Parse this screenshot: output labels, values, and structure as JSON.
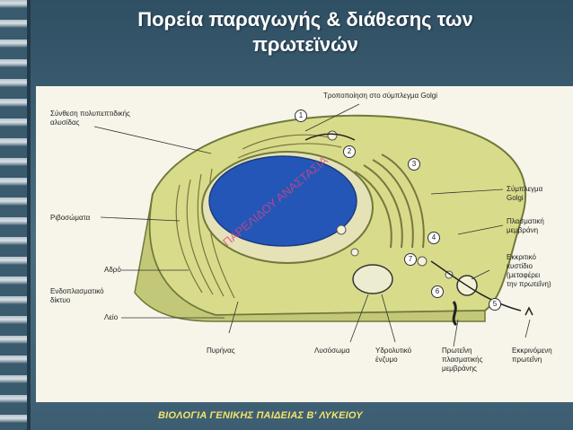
{
  "slide": {
    "title_line1": "Πορεία παραγωγής & διάθεσης των",
    "title_line2": "πρωτεϊνών",
    "footer": "ΒΙΟΛΟΓΙΑ ΓΕΝΙΚΗΣ ΠΑΙΔΕΙΑΣ Β' ΛΥΚΕΙΟΥ"
  },
  "figure": {
    "labels": {
      "polypeptide": [
        "Σύνθεση πολυπεπτιδικής",
        "αλυσίδας"
      ],
      "golgi_modification": "Τροποποίηση στο σύμπλεγμα Golgi",
      "golgi": [
        "Σύμπλεγμα",
        "Golgi"
      ],
      "ribosomes": "Ριβοσώματα",
      "plasma_membrane": [
        "Πλασματική",
        "μεμβράνη"
      ],
      "er": [
        "Ενδοπλασματικό",
        "δίκτυο"
      ],
      "rough": "Αδρό",
      "smooth": "Λείο",
      "secretory_vesicle": [
        "Εκκριτικό",
        "κυστίδιο",
        "(μεταφέρει",
        "την πρωτεΐνη)"
      ],
      "nucleus": "Πυρήνας",
      "lysosome": "Λυσόσωμα",
      "hydrolytic": [
        "Υδρολυτικό",
        "ένζυμο"
      ],
      "membrane_protein": [
        "Πρωτεΐνη",
        "πλασματικής",
        "μεμβράνης"
      ],
      "secreted_protein": [
        "Εκκρινόμενη",
        "πρωτεΐνη"
      ]
    },
    "steps": [
      "1",
      "2",
      "3",
      "4",
      "5",
      "6",
      "7"
    ],
    "watermark": "ΠΑΡΕΛΙΔΟΥ ΑΝΑΣΤΑΣΙΑ"
  },
  "colors": {
    "cytoplasm": "#d8dc8a",
    "nucleus": "#2456b8",
    "er": "#c9c06a",
    "title_text": "#ffffff",
    "footer_text": "#f2e36a"
  }
}
